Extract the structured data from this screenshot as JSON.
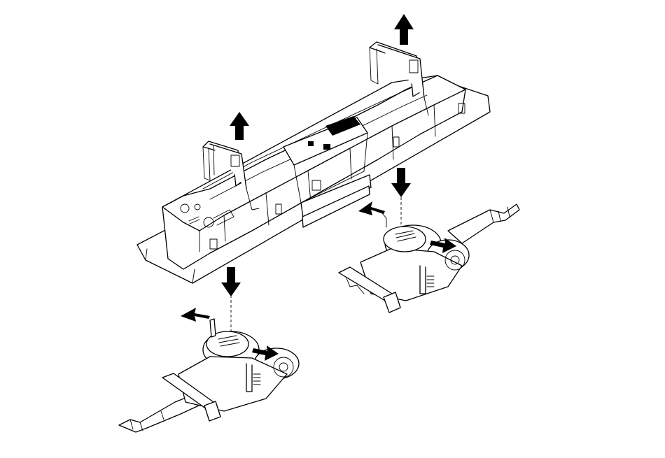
{
  "figure": {
    "background": "#ffffff",
    "line_color": "#000000",
    "arrows": [
      {
        "name": "lift-up-arrow-rear",
        "direction": "up"
      },
      {
        "name": "lift-up-arrow-front",
        "direction": "up"
      },
      {
        "name": "lower-down-arrow-right-bogie",
        "direction": "down"
      },
      {
        "name": "lower-down-arrow-left-bogie",
        "direction": "down"
      },
      {
        "name": "slide-left-arrow-right-bogie",
        "direction": "left"
      },
      {
        "name": "slide-right-arrow-right-bogie",
        "direction": "right"
      },
      {
        "name": "slide-left-arrow-left-bogie",
        "direction": "left"
      },
      {
        "name": "slide-right-arrow-left-bogie",
        "direction": "right"
      }
    ]
  }
}
